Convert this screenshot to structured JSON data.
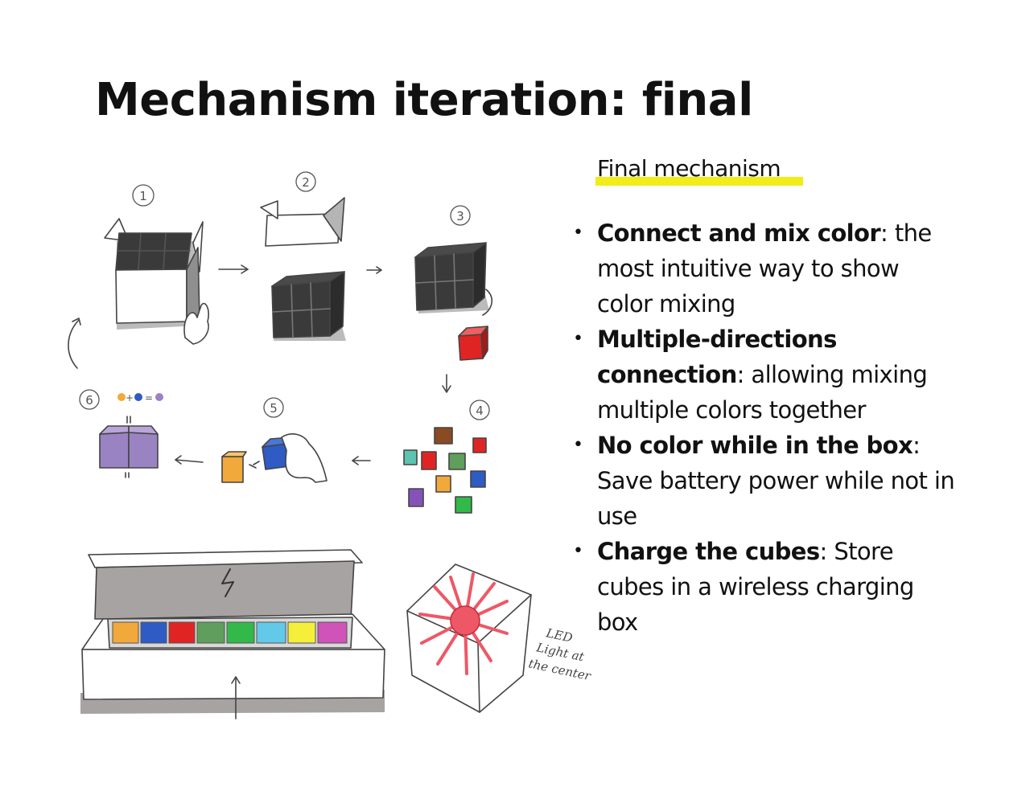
{
  "slide": {
    "title": "Mechanism iteration: final",
    "subheading": "Final mechanism",
    "bullets": [
      {
        "bold": "Connect and mix color",
        "rest": ": the most intuitive way to show color mixing"
      },
      {
        "bold": "Multiple-directions connection",
        "rest": ": allowing mixing multiple colors together"
      },
      {
        "bold": "No color while in the box",
        "rest": ": Save battery power while not in use"
      },
      {
        "bold": "Charge the cubes",
        "rest": ": Store cubes in a wireless charging box"
      }
    ]
  },
  "sketch": {
    "steps": [
      "1",
      "2",
      "3",
      "4",
      "5",
      "6"
    ],
    "mix_equation": {
      "plus": "+",
      "equals": "="
    },
    "note_lines": [
      "LED",
      "Light at",
      "the center"
    ],
    "colors": {
      "orange": "#f2a93b",
      "blue": "#2e5bc4",
      "red": "#e02424",
      "green_dark": "#5f9e5c",
      "green": "#33b84a",
      "cyan": "#62c9e9",
      "yellow": "#f5ee3a",
      "magenta": "#cf53b8",
      "purple": "#9a83c2",
      "brown": "#8a4a22",
      "teal": "#5ec3b0",
      "violet": "#8552b8",
      "dark_cube": "#3a3a3a",
      "box_gray": "#a7a3a2",
      "shadow": "#9e9e9e",
      "glow": "#ee5866",
      "highlight": "#f2ec1b"
    }
  }
}
